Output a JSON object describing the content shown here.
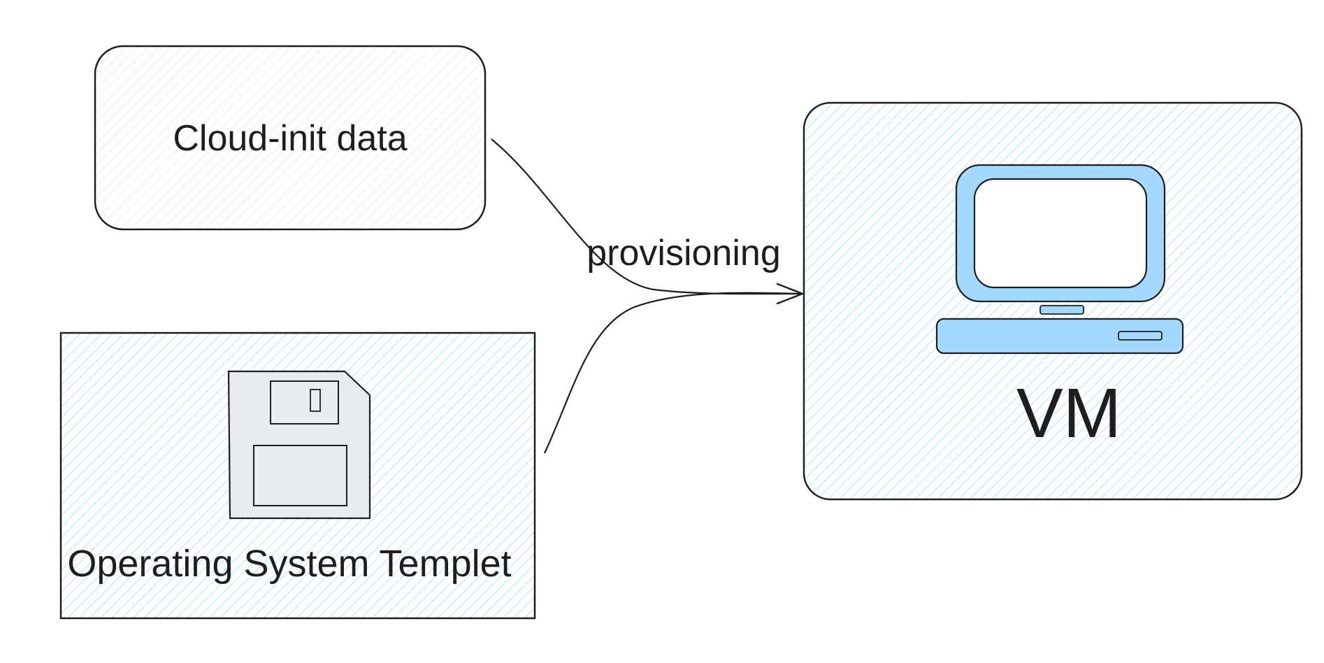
{
  "nodes": {
    "cloud_init": {
      "label": "Cloud-init data"
    },
    "os_template": {
      "label": "Operating System Templet"
    },
    "vm": {
      "label": "VM"
    }
  },
  "edges": {
    "provisioning": {
      "label": "provisioning"
    }
  },
  "icons": {
    "os_template": "floppy-disk-icon",
    "vm": "computer-monitor-icon"
  },
  "colors": {
    "stroke": "#1e1e1e",
    "hatch_blue": "#a5d8ff",
    "hatch_gray": "#d9d9d9",
    "icon_fill_blue": "#a5d8ff",
    "icon_fill_gray": "#e9ecef"
  }
}
